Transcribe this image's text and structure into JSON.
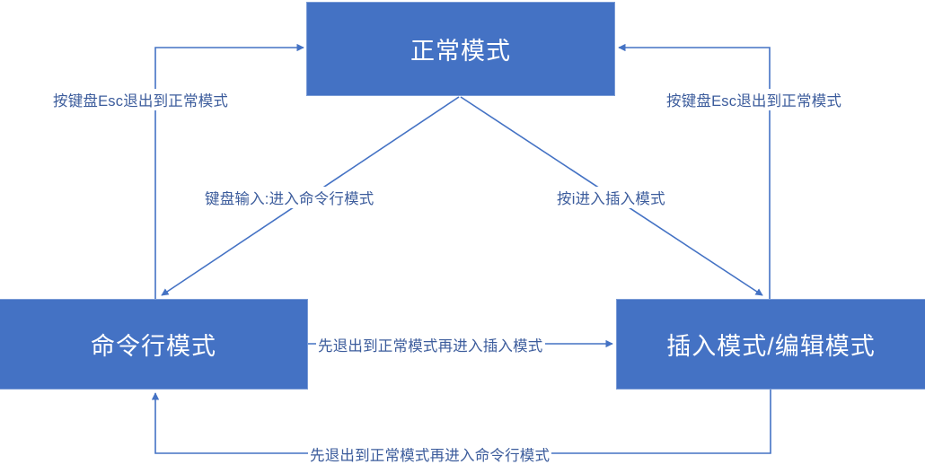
{
  "diagram": {
    "title": "Vim mode transition diagram",
    "colors": {
      "node_fill": "#4472C4",
      "node_text": "#FFFFFF",
      "edge_line": "#4472C4",
      "edge_label_text": "#3C5C9C",
      "background": "#FFFFFF"
    },
    "nodes": [
      {
        "id": "normal",
        "label": "正常模式"
      },
      {
        "id": "command",
        "label": "命令行模式"
      },
      {
        "id": "insert",
        "label": "插入模式/编辑模式"
      }
    ],
    "edges": [
      {
        "id": "cmd-to-normal",
        "from": "command",
        "to": "normal",
        "label": "按键盘Esc退出到正常模式"
      },
      {
        "id": "insert-to-normal",
        "from": "insert",
        "to": "normal",
        "label": "按键盘Esc退出到正常模式"
      },
      {
        "id": "normal-to-command",
        "from": "normal",
        "to": "command",
        "label": "键盘输入:进入命令行模式"
      },
      {
        "id": "normal-to-insert",
        "from": "normal",
        "to": "insert",
        "label": "按i进入插入模式"
      },
      {
        "id": "command-to-insert",
        "from": "command",
        "to": "insert",
        "label": "先退出到正常模式再进入插入模式"
      },
      {
        "id": "insert-to-command",
        "from": "insert",
        "to": "command",
        "label": "先退出到正常模式再进入命令行模式"
      }
    ]
  }
}
